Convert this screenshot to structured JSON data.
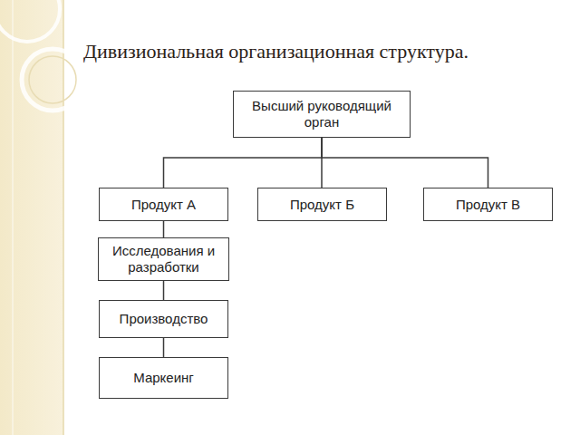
{
  "diagram": {
    "title": "Дивизиональная организационная структура.",
    "nodes": [
      {
        "text": [
          "Высший руководящий орган"
        ]
      },
      {
        "text": [
          "Продукт А"
        ]
      },
      {
        "text": [
          "Продукт Б"
        ]
      },
      {
        "text": [
          "Продукт В"
        ]
      },
      {
        "text": [
          "Исследования и разработки"
        ]
      },
      {
        "text": [
          "Производство"
        ]
      },
      {
        "text": [
          "Маркеинг"
        ]
      }
    ],
    "edges": [
      {
        "from": 0,
        "to": 1,
        "arrow": "none"
      },
      {
        "from": 0,
        "to": 2,
        "arrow": "none"
      },
      {
        "from": 0,
        "to": 3,
        "arrow": "none"
      },
      {
        "from": 1,
        "to": 4,
        "arrow": "none"
      },
      {
        "from": 4,
        "to": 5,
        "arrow": "none"
      },
      {
        "from": 5,
        "to": 6,
        "arrow": "none"
      }
    ]
  }
}
